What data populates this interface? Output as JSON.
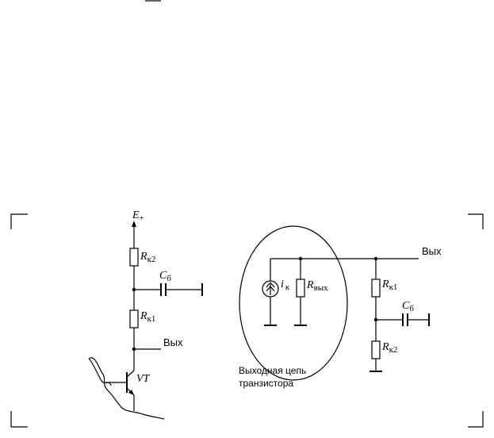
{
  "left_circuit": {
    "supply": {
      "main": "E",
      "sub": "+"
    },
    "rk2": {
      "main": "R",
      "sub": "к2"
    },
    "cb": {
      "main": "C",
      "sub": "б"
    },
    "rk1": {
      "main": "R",
      "sub": "к1"
    },
    "output": "Вых",
    "transistor": "VT"
  },
  "right_circuit": {
    "ik": {
      "main": "i",
      "sub": "к"
    },
    "rout": {
      "main": "R",
      "sub": "вых"
    },
    "rk1": {
      "main": "R",
      "sub": "к1"
    },
    "cb": {
      "main": "C",
      "sub": "б"
    },
    "rk2": {
      "main": "R",
      "sub": "к2"
    },
    "output": "Вых",
    "caption_line1": "Выходная цепь",
    "caption_line2": "транзистора"
  }
}
